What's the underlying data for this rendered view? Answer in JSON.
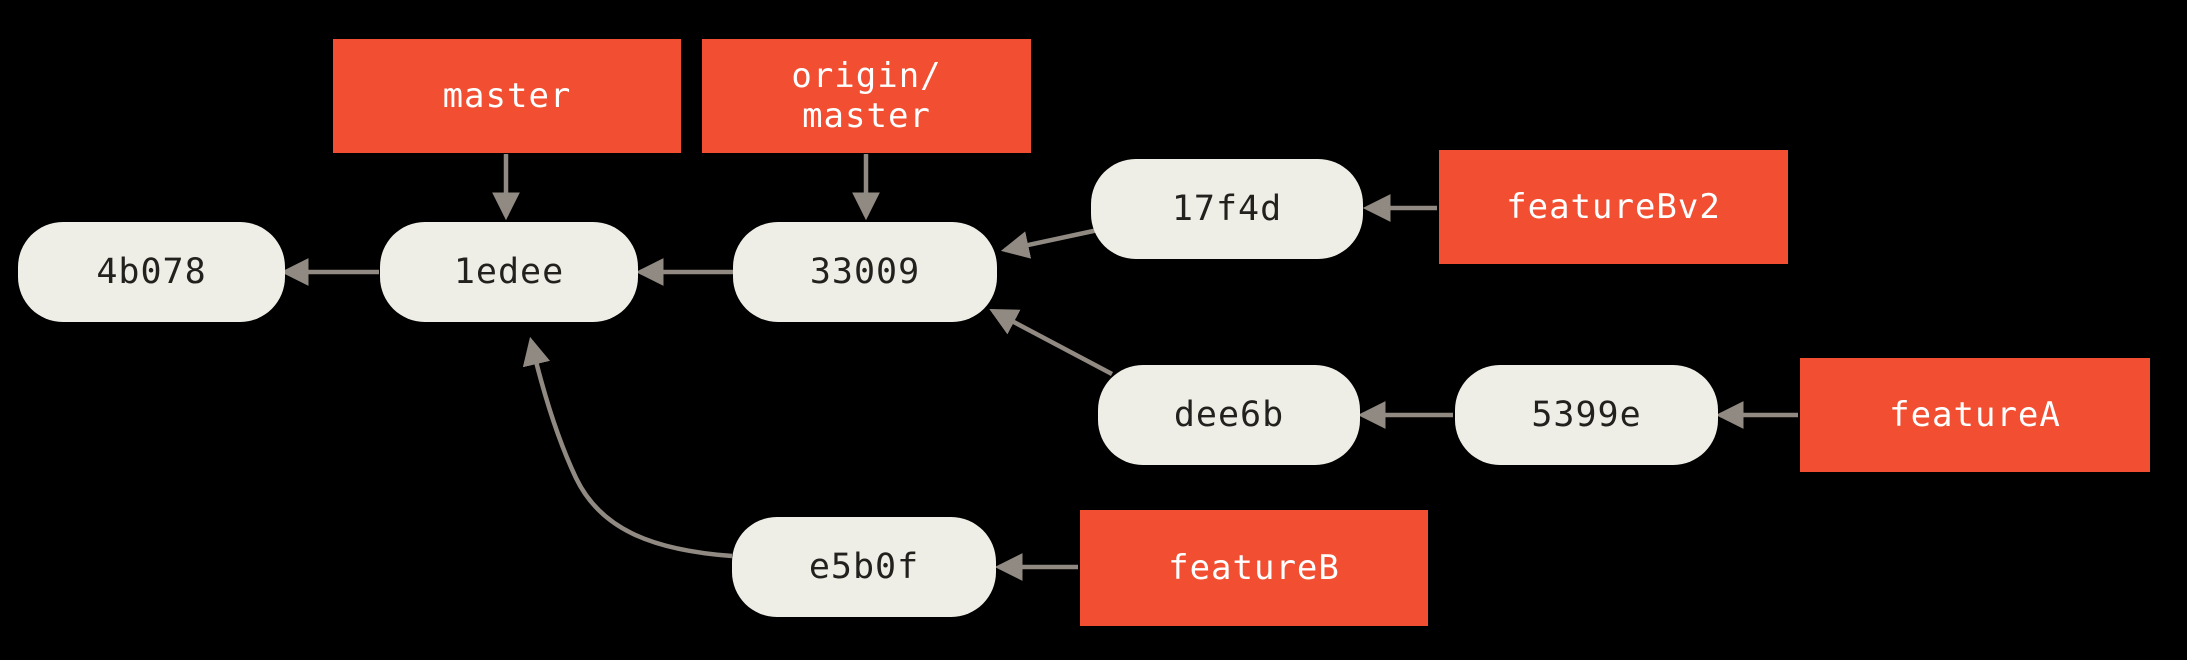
{
  "diagram": {
    "type": "git-commit-graph",
    "colors": {
      "background": "#000000",
      "branch_label_bg": "#F14E32",
      "branch_label_text": "#FFFFFF",
      "commit_node_bg": "#EFEEE6",
      "commit_node_text": "#23211D",
      "arrow": "#918A82"
    },
    "commits": {
      "c4b078": {
        "label": "4b078"
      },
      "c1edee": {
        "label": "1edee"
      },
      "c33009": {
        "label": "33009"
      },
      "c17f4d": {
        "label": "17f4d"
      },
      "cdee6b": {
        "label": "dee6b"
      },
      "c5399e": {
        "label": "5399e"
      },
      "ce5b0f": {
        "label": "e5b0f"
      }
    },
    "branches": {
      "master": {
        "label": "master",
        "points_to": "1edee"
      },
      "origin_master": {
        "label": "origin/\nmaster",
        "points_to": "33009"
      },
      "featureBv2": {
        "label": "featureBv2",
        "points_to": "17f4d"
      },
      "featureA": {
        "label": "featureA",
        "points_to": "5399e"
      },
      "featureB": {
        "label": "featureB",
        "points_to": "e5b0f"
      }
    },
    "edges": [
      {
        "from": "1edee",
        "to": "4b078",
        "kind": "parent"
      },
      {
        "from": "33009",
        "to": "1edee",
        "kind": "parent"
      },
      {
        "from": "17f4d",
        "to": "33009",
        "kind": "parent"
      },
      {
        "from": "dee6b",
        "to": "33009",
        "kind": "parent"
      },
      {
        "from": "5399e",
        "to": "dee6b",
        "kind": "parent"
      },
      {
        "from": "e5b0f",
        "to": "1edee",
        "kind": "parent"
      },
      {
        "from": "master",
        "to": "1edee",
        "kind": "branch-pointer"
      },
      {
        "from": "origin/master",
        "to": "33009",
        "kind": "branch-pointer"
      },
      {
        "from": "featureBv2",
        "to": "17f4d",
        "kind": "branch-pointer"
      },
      {
        "from": "featureA",
        "to": "5399e",
        "kind": "branch-pointer"
      },
      {
        "from": "featureB",
        "to": "e5b0f",
        "kind": "branch-pointer"
      }
    ]
  }
}
